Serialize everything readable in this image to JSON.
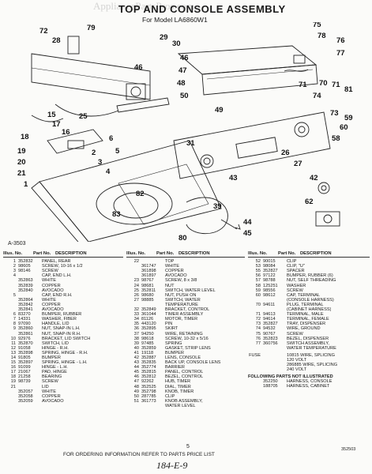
{
  "watermark": "AppliancePartsPros.com",
  "title": "TOP AND CONSOLE ASSEMBLY",
  "subtitle": "For Model LA6860W1",
  "drawing_code": "A-3503",
  "callouts": [
    "72",
    "28",
    "79",
    "29",
    "30",
    "78",
    "75",
    "76",
    "77",
    "71",
    "74",
    "46",
    "47",
    "48",
    "50",
    "70",
    "71",
    "81",
    "59",
    "73",
    "60",
    "49",
    "15",
    "17",
    "16",
    "18",
    "19",
    "20",
    "21",
    "1",
    "2",
    "3",
    "4",
    "5",
    "6",
    "31",
    "26",
    "27",
    "58",
    "42",
    "62",
    "82",
    "83",
    "80",
    "39",
    "43",
    "44",
    "45",
    "46",
    "25"
  ],
  "table_header": {
    "illus": "Illus. No.",
    "part": "Part No.",
    "desc": "DESCRIPTION"
  },
  "col1": [
    [
      "1",
      "352832",
      "PANEL, REAR"
    ],
    [
      "2",
      "98605",
      "SCREW, 10-16 x 1/2"
    ],
    [
      "3",
      "98146",
      "SCREW"
    ],
    [
      "4",
      "",
      "CAP, END L.H."
    ],
    [
      "",
      "352863",
      "WHITE"
    ],
    [
      "",
      "352839",
      "COPPER"
    ],
    [
      "",
      "352840",
      "AVOCADO"
    ],
    [
      "5",
      "",
      "CAP, END R.H."
    ],
    [
      "",
      "352864",
      "WHITE"
    ],
    [
      "",
      "352842",
      "COPPER"
    ],
    [
      "",
      "352841",
      "AVOCADO"
    ],
    [
      "6",
      "83270",
      "BUMPER, RUBBER"
    ],
    [
      "7",
      "14331",
      "WASHER, FIBER"
    ],
    [
      "8",
      "97090",
      "HANDLE, LID"
    ],
    [
      "9",
      "352860",
      "NUT, SNAP-IN L.H."
    ],
    [
      "",
      "352861",
      "NUT, SNAP-IN R.H."
    ],
    [
      "10",
      "92976",
      "BRACKET, LID SWITCH"
    ],
    [
      "11",
      "352870",
      "SWITCH, LID"
    ],
    [
      "12",
      "91058",
      "HINGE - R.H."
    ],
    [
      "13",
      "352898",
      "SPRING, HINGE - R.H."
    ],
    [
      "14",
      "91805",
      "BUMPER"
    ],
    [
      "15",
      "352897",
      "SPRING, HINGE - L.H."
    ],
    [
      "16",
      "91099",
      "HINGE - L.H."
    ],
    [
      "17",
      "21067",
      "PAD, HINGE"
    ],
    [
      "18",
      "21258",
      "BEARING"
    ],
    [
      "19",
      "98739",
      "SCREW"
    ],
    [
      "21",
      "",
      "LID"
    ],
    [
      "",
      "352057",
      "WHITE"
    ],
    [
      "",
      "352058",
      "COPPER"
    ],
    [
      "",
      "352059",
      "AVOCADO"
    ]
  ],
  "col2": [
    [
      "22",
      "",
      "TOP"
    ],
    [
      "",
      "361747",
      "WHITE"
    ],
    [
      "",
      "361898",
      "COPPER"
    ],
    [
      "",
      "361897",
      "AVOCADO"
    ],
    [
      "23",
      "98767",
      "SCREW, 8 x 3/8"
    ],
    [
      "24",
      "98681",
      "NUT"
    ],
    [
      "25",
      "352811",
      "SWITCH, WATER LEVEL"
    ],
    [
      "26",
      "98680",
      "NUT, PUSH ON"
    ],
    [
      "27",
      "98885",
      "SWITCH, WATER"
    ],
    [
      "",
      "",
      "TEMPERATURE"
    ],
    [
      "32",
      "352849",
      "BRACKET, CONTROL"
    ],
    [
      "33",
      "361044",
      "TIMER ASSEMBLY"
    ],
    [
      "34",
      "81126",
      "MOTOR, TIMER"
    ],
    [
      "35",
      "443120",
      "PIN"
    ],
    [
      "36",
      "352895",
      "SKIRT"
    ],
    [
      "37",
      "94250",
      "WIRE, RETAINING"
    ],
    [
      "38",
      "98618",
      "SCREW, 10-32 x 5/16"
    ],
    [
      "39",
      "97485",
      "SPRING"
    ],
    [
      "40",
      "352859",
      "GASKET, STRIP LENS"
    ],
    [
      "41",
      "19118",
      "BUMPER"
    ],
    [
      "42",
      "352887",
      "LENS, CONSOLE"
    ],
    [
      "43",
      "352835",
      "BACK UP, CONSOLE LENS"
    ],
    [
      "44",
      "352774",
      "BARRIER"
    ],
    [
      "45",
      "352815",
      "PANEL, CONTROL"
    ],
    [
      "46",
      "352812",
      "BEZEL, CONTROL"
    ],
    [
      "47",
      "92262",
      "HUB, TIMER"
    ],
    [
      "48",
      "352525",
      "DIAL, TIMER"
    ],
    [
      "49",
      "352798",
      "KNOB, TIMER"
    ],
    [
      "50",
      "287785",
      "CLIP"
    ],
    [
      "51",
      "361773",
      "KNOB ASSEMBLY,"
    ],
    [
      "",
      "",
      "WATER LEVEL"
    ]
  ],
  "col3": [
    [
      "52",
      "90015",
      "CLIP"
    ],
    [
      "53",
      "98084",
      "CLIP, \"U\""
    ],
    [
      "55",
      "352827",
      "SPACER"
    ],
    [
      "56",
      "97122",
      "BUMPER, RUBBER (6)"
    ],
    [
      "57",
      "98788",
      "NUT, SELF THREADING"
    ],
    [
      "58",
      "125251",
      "WASHER"
    ],
    [
      "59",
      "98556",
      "SCREW"
    ],
    [
      "60",
      "98612",
      "CAP, TERMINAL"
    ],
    [
      "",
      "",
      "(CONSOLE HARNESS)"
    ],
    [
      "70",
      "94611",
      "PLUG, TERMINAL"
    ],
    [
      "",
      "",
      "(CABINET HARNESS)"
    ],
    [
      "71",
      "94613",
      "TERMINAL, MALE"
    ],
    [
      "72",
      "94614",
      "TERMINAL, FEMALE"
    ],
    [
      "73",
      "352827",
      "TRAY, DISPENSER"
    ],
    [
      "74",
      "94532",
      "WIRE, GROUND"
    ],
    [
      "75",
      "90767",
      "SCREW"
    ],
    [
      "76",
      "352823",
      "BEZEL, DISPENSER"
    ],
    [
      "77",
      "360756",
      "SWITCH ASSEMBLY,"
    ],
    [
      "",
      "",
      "WATER TEMPERATURE"
    ]
  ],
  "fuse_notes": [
    [
      "FUSE",
      "",
      "10815 WIRE, SPLICING"
    ],
    [
      "",
      "",
      "120 VOLT"
    ],
    [
      "",
      "",
      "286885 WIRE, SPLICING"
    ],
    [
      "",
      "",
      "240 VOLT"
    ]
  ],
  "not_illustrated_title": "FOLLOWING PARTS NOT ILLUSTRATED",
  "not_illustrated": [
    [
      "",
      "352250",
      "HARNESS, CONSOLE"
    ],
    [
      "",
      "188705",
      "HARNESS, CABINET"
    ]
  ],
  "footer": "FOR ORDERING INFORMATION REFER TO PARTS PRICE LIST",
  "page_number": "5",
  "figure_code": "352503",
  "handwritten": "184-E-9"
}
